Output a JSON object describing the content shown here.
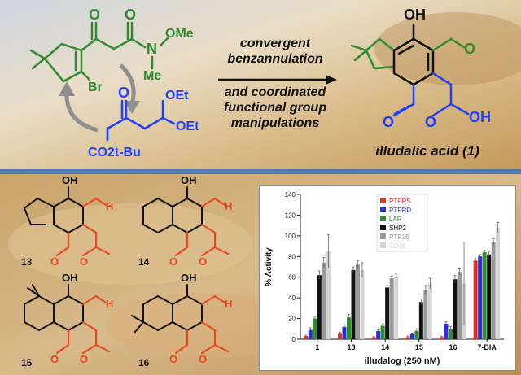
{
  "reaction": {
    "line1": "convergent",
    "line2": "benzannulation",
    "line3": "and coordinated",
    "line4": "functional group",
    "line5": "manipulations",
    "product_name": "illudalic acid (1)"
  },
  "fragment_a": {
    "oh": "O",
    "n": "N",
    "ome": "OMe",
    "me": "Me",
    "br": "Br"
  },
  "fragment_b": {
    "o": "O",
    "oet1": "OEt",
    "oet2": "OEt",
    "ester": "CO2t-Bu"
  },
  "product_atoms": {
    "oh": "OH",
    "o_ald": "O",
    "o_ring": "O",
    "o_carb": "O",
    "oh2": "OH"
  },
  "analogs": [
    {
      "label": "13"
    },
    {
      "label": "14"
    },
    {
      "label": "15"
    },
    {
      "label": "16"
    }
  ],
  "analog_atoms": {
    "oh": "OH",
    "h": "H",
    "o": "O"
  },
  "colors": {
    "green": "#2e8b2e",
    "blue": "#1f3fff",
    "red": "#e8461f",
    "divider": "#4f79b6"
  },
  "chart_data": {
    "type": "bar",
    "ylabel": "% Activity",
    "xlabel": "illudalog (250 nM)",
    "ylim": [
      0,
      140
    ],
    "yticks": [
      0,
      20,
      40,
      60,
      80,
      100,
      120,
      140
    ],
    "categories": [
      "1",
      "13",
      "14",
      "15",
      "16",
      "7-BIA"
    ],
    "series": [
      {
        "name": "PTPRS",
        "color": "#d9302a",
        "values": [
          3,
          6,
          2,
          2,
          2,
          76
        ]
      },
      {
        "name": "PTPRD",
        "color": "#2a2fd6",
        "values": [
          9,
          12,
          8,
          5,
          15,
          80
        ]
      },
      {
        "name": "LAR",
        "color": "#2e8b2e",
        "values": [
          20,
          21,
          13,
          8,
          10,
          84
        ]
      },
      {
        "name": "SHP2",
        "color": "#111111",
        "values": [
          62,
          67,
          50,
          36,
          58,
          82
        ]
      },
      {
        "name": "PTP1B",
        "color": "#9a9a9a",
        "values": [
          74,
          72,
          59,
          48,
          65,
          94
        ]
      },
      {
        "name": "CD45",
        "color": "#d4d4d4",
        "values": [
          85,
          67,
          61,
          54,
          54,
          108
        ]
      }
    ],
    "errors": [
      [
        1,
        1,
        1,
        1,
        1,
        2
      ],
      [
        2,
        2,
        1,
        1,
        2,
        2
      ],
      [
        2,
        3,
        2,
        2,
        2,
        2
      ],
      [
        4,
        3,
        2,
        3,
        4,
        3
      ],
      [
        5,
        4,
        2,
        4,
        3,
        3
      ],
      [
        16,
        7,
        2,
        5,
        40,
        5
      ]
    ],
    "legend_position": "top-center"
  }
}
